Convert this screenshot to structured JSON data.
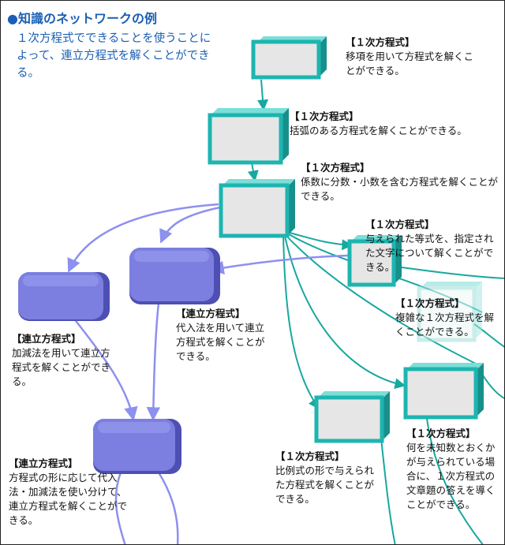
{
  "header": {
    "title": "●知識のネットワークの例",
    "subtitle": "１次方程式でできることを使うことによって、連立方程式を解くことができる。"
  },
  "colors": {
    "title": "#1a5fb4",
    "teal_face": "#1db5b0",
    "teal_side": "#178f8b",
    "teal_top": "#7cded8",
    "box_front": "#e6e6e6",
    "purple_face": "#7c7fe0",
    "purple_dark": "#4d4fb3",
    "link_teal": "#17a8a0",
    "link_purple": "#8c90ef"
  },
  "nodes": [
    {
      "id": "n1",
      "kind": "teal-box",
      "heading": "【１次方程式】",
      "body": "移項を用いて方程式を解くことができる。"
    },
    {
      "id": "n2",
      "kind": "teal-box",
      "heading": "【１次方程式】",
      "body": "括弧のある方程式を解くことができる。"
    },
    {
      "id": "n3",
      "kind": "teal-box",
      "heading": "【１次方程式】",
      "body": "係数に分数・小数を含む方程式を解くことができる。"
    },
    {
      "id": "n4",
      "kind": "teal-box",
      "heading": "【１次方程式】",
      "body": "与えられた等式を、指定された文字について解くことができる。"
    },
    {
      "id": "n5",
      "kind": "teal-faded",
      "heading": "【１次方程式】",
      "body": "複雑な１次方程式を解くことができる。"
    },
    {
      "id": "n6",
      "kind": "teal-box",
      "heading": "【１次方程式】",
      "body": "比例式の形で与えられた方程式を解くことができる。"
    },
    {
      "id": "n7",
      "kind": "teal-box",
      "heading": "【１次方程式】",
      "body": "何を未知数とおくかが与えられている場合に、１次方程式の文章題の答えを導くことができる。"
    },
    {
      "id": "p1",
      "kind": "purple-box",
      "heading": "【連立方程式】",
      "body": "加減法を用いて連立方程式を解くことができる。"
    },
    {
      "id": "p2",
      "kind": "purple-box",
      "heading": "【連立方程式】",
      "body": "代入法を用いて連立方程式を解くことができる。"
    },
    {
      "id": "p3",
      "kind": "purple-box",
      "heading": "【連立方程式】",
      "body": "方程式の形に応じて代入法・加減法を使い分けて、連立方程式を解くことができる。"
    }
  ]
}
